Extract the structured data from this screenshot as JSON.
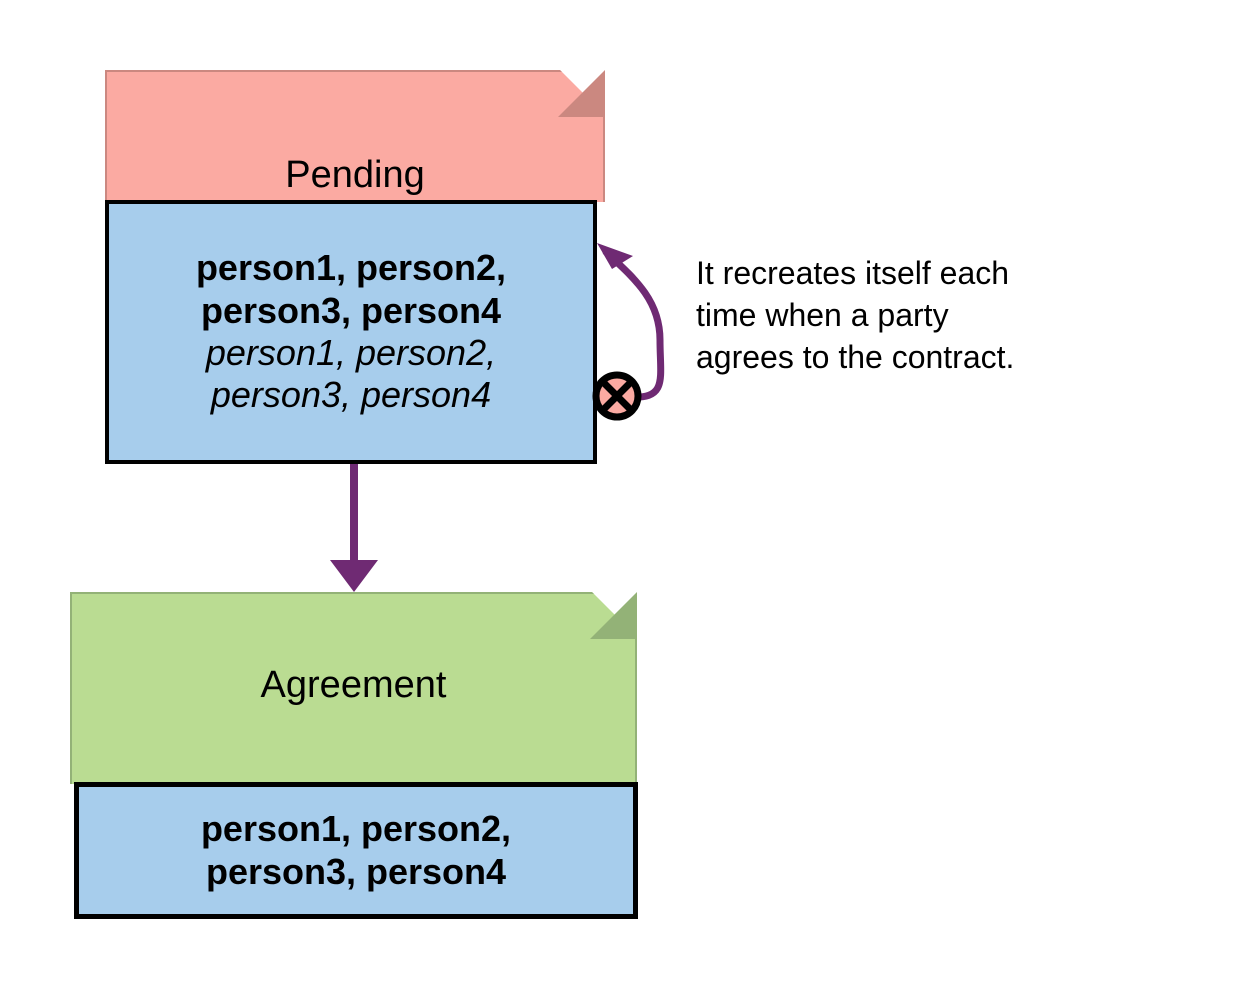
{
  "diagram": {
    "type": "state-transition-diagram",
    "background_color": "#ffffff",
    "accent_color": "#6f2a73"
  },
  "nodes": [
    {
      "id": "pending",
      "title": "Pending",
      "header_color": "#fbaaa2",
      "header_border_color": "#cb8880",
      "body_color": "#a7cdec",
      "body_lines": [
        {
          "text": "person1, person2,",
          "style": "bold"
        },
        {
          "text": "person3, person4",
          "style": "bold"
        },
        {
          "text": "person1, person2,",
          "style": "italic"
        },
        {
          "text": "person3, person4",
          "style": "italic"
        }
      ]
    },
    {
      "id": "agreement",
      "title": "Agreement",
      "header_color": "#badc92",
      "header_border_color": "#93b277",
      "body_color": "#a7cdec",
      "body_lines": [
        {
          "text": "person1, person2,",
          "style": "bold"
        },
        {
          "text": "person3, person4",
          "style": "bold"
        }
      ]
    }
  ],
  "edges": [
    {
      "id": "self-loop",
      "from": "pending",
      "to": "pending",
      "kind": "self-transition",
      "source_marker": "circle-cross",
      "target_marker": "arrowhead",
      "color": "#6f2a73"
    },
    {
      "id": "pending-to-agreement",
      "from": "pending",
      "to": "agreement",
      "kind": "transition",
      "target_marker": "arrowhead",
      "color": "#6f2a73"
    }
  ],
  "annotation": {
    "lines": [
      "It recreates itself each",
      "time when a party",
      "agrees to the contract."
    ],
    "text": "It recreates itself each time when a party agrees to the contract."
  }
}
